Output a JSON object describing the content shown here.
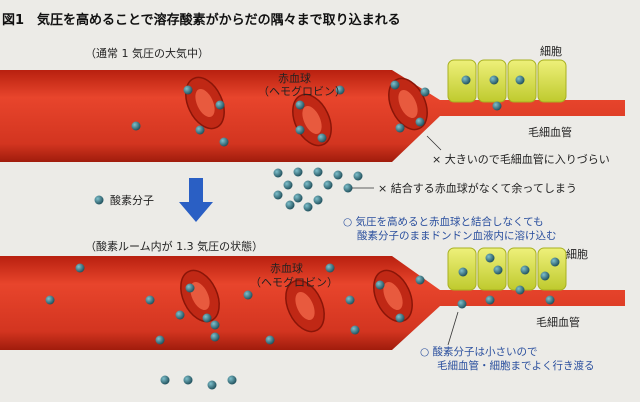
{
  "title": "図1　気圧を高めることで溶存酸素がからだの隅々まで取り込まれる",
  "top": {
    "condition": "（通常 1 気圧の大気中）",
    "rbc_label_1": "赤血球",
    "rbc_label_2": "（ヘモグロビン）",
    "cell_label": "細胞",
    "capillary_label": "毛細血管",
    "note_1": "× 大きいので毛細血管に入りづらい",
    "note_2": "× 結合する赤血球がなくて余ってしまう"
  },
  "legend": {
    "oxygen": "酸素分子"
  },
  "bottom": {
    "condition": "（酸素ルーム内が 1.3 気圧の状態）",
    "rbc_label_1": "赤血球",
    "rbc_label_2": "（ヘモグロビン）",
    "cell_label": "細胞",
    "capillary_label": "毛細血管",
    "note_1a": "○ 気圧を高めると赤血球と結合しなくても",
    "note_1b": "酸素分子のままドンドン血液内に溶け込む",
    "note_2a": "○ 酸素分子は小さいので",
    "note_2b": "毛細血管・細胞までよく行き渡る"
  },
  "colors": {
    "vessel": "#d8321e",
    "cell": "#d4dc4a",
    "oxygen": "#2a6a78",
    "arrow": "#2a5fc4",
    "blue_text": "#2a4f9e"
  }
}
